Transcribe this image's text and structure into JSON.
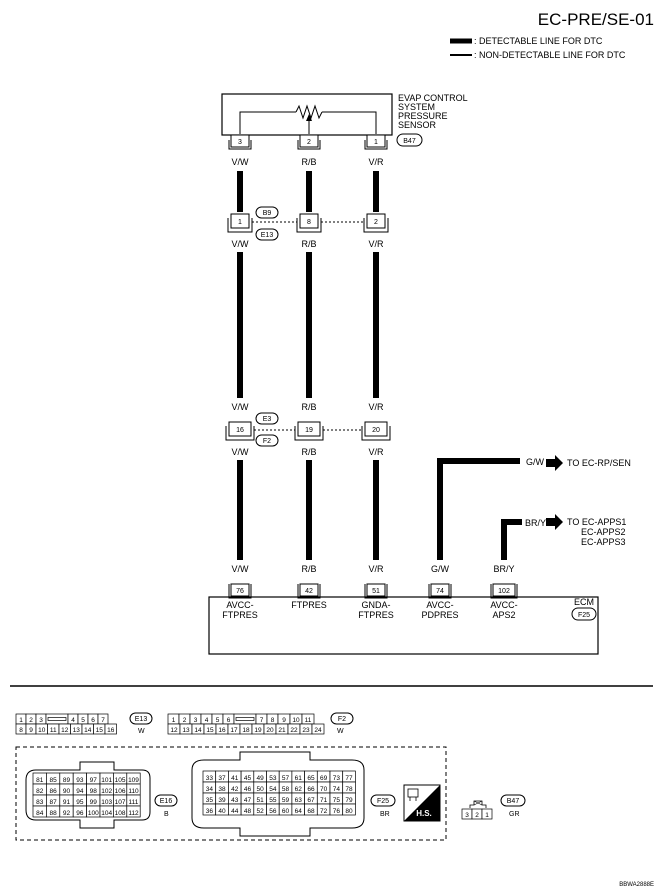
{
  "header": {
    "title": "EC-PRE/SE-01",
    "legend": {
      "detectable": ": DETECTABLE LINE FOR DTC",
      "non_detectable": ": NON-DETECTABLE LINE FOR DTC"
    }
  },
  "sensor": {
    "name_lines": [
      "EVAP CONTROL",
      "SYSTEM",
      "PRESSURE",
      "SENSOR"
    ],
    "connector": "B47",
    "pins": [
      "3",
      "2",
      "1"
    ]
  },
  "wires": {
    "col1": "V/W",
    "col2": "R/B",
    "col3": "V/R",
    "gw": "G/W",
    "bry": "BR/Y"
  },
  "joint1": {
    "connector_top": "B9",
    "connector_bottom": "E13",
    "pins": [
      "1",
      "8",
      "2"
    ]
  },
  "joint2": {
    "connector_top": "E3",
    "connector_bottom": "F2",
    "pins": [
      "16",
      "19",
      "20"
    ]
  },
  "refs": {
    "gw": "TO EC-RP/SEN",
    "bry": [
      "TO EC-APPS1",
      "EC-APPS2",
      "EC-APPS3"
    ]
  },
  "ecm": {
    "name": "ECM",
    "connector": "F25",
    "pins": [
      "76",
      "42",
      "51",
      "74",
      "102"
    ],
    "terminals": [
      [
        "AVCC-",
        "FTPRES"
      ],
      [
        "FTPRES"
      ],
      [
        "GNDA-",
        "FTPRES"
      ],
      [
        "AVCC-",
        "PDPRES"
      ],
      [
        "AVCC-",
        "APS2"
      ]
    ]
  },
  "connectors": {
    "e13": {
      "id": "E13",
      "color": "W",
      "row1": [
        "1",
        "2",
        "3",
        "",
        "4",
        "5",
        "6",
        "7"
      ],
      "row2": [
        "8",
        "9",
        "10",
        "11",
        "12",
        "13",
        "14",
        "15",
        "16"
      ]
    },
    "f2": {
      "id": "F2",
      "color": "W",
      "row1": [
        "1",
        "2",
        "3",
        "4",
        "5",
        "6",
        "",
        "7",
        "8",
        "9",
        "10",
        "11"
      ],
      "row2": [
        "12",
        "13",
        "14",
        "15",
        "16",
        "17",
        "18",
        "19",
        "20",
        "21",
        "22",
        "23",
        "24"
      ]
    },
    "e16": {
      "id": "E16",
      "color": "B",
      "rows": [
        [
          "81",
          "85",
          "89",
          "93",
          "97",
          "101",
          "105",
          "109"
        ],
        [
          "82",
          "86",
          "90",
          "94",
          "98",
          "102",
          "106",
          "110"
        ],
        [
          "83",
          "87",
          "91",
          "95",
          "99",
          "103",
          "107",
          "111"
        ],
        [
          "84",
          "88",
          "92",
          "96",
          "100",
          "104",
          "108",
          "112"
        ]
      ]
    },
    "f25": {
      "id": "F25",
      "color": "BR",
      "rows": [
        [
          "33",
          "37",
          "41",
          "45",
          "49",
          "53",
          "57",
          "61",
          "65",
          "69",
          "73",
          "77"
        ],
        [
          "34",
          "38",
          "42",
          "46",
          "50",
          "54",
          "58",
          "62",
          "66",
          "70",
          "74",
          "78"
        ],
        [
          "35",
          "39",
          "43",
          "47",
          "51",
          "55",
          "59",
          "63",
          "67",
          "71",
          "75",
          "79"
        ],
        [
          "36",
          "40",
          "44",
          "48",
          "52",
          "56",
          "60",
          "64",
          "68",
          "72",
          "76",
          "80"
        ]
      ]
    },
    "b47": {
      "id": "B47",
      "color": "GR",
      "pins": [
        "3",
        "2",
        "1"
      ]
    },
    "hs_label": "H.S."
  },
  "footer": {
    "code": "BBWA2888E"
  }
}
